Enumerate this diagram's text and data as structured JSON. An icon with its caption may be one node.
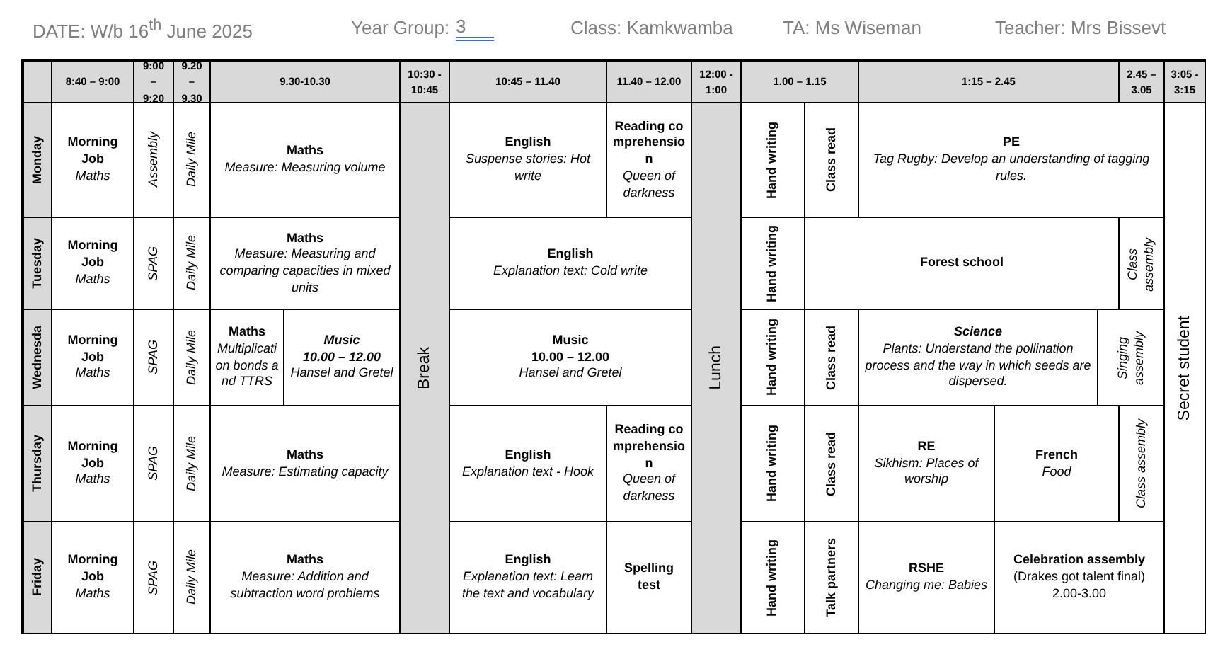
{
  "diagram": {
    "labels": [
      "DATE: W/b 16$^{th}$ June 2025",
      "Year Group:",
      "3",
      "Class: Kamkwamba",
      "TA: Ms Wiseman",
      "Teacher: Mrs Bissevt",
      "8:40 – 9:00",
      "9:00 – 9:20",
      "9.20 – 9.30",
      "9.30-10.30",
      "10:30 - 10:45",
      "10:45 – 11.40",
      "11.40 – 12.00",
      "12:00 - 1:00",
      "1.00 – 1.15",
      "1:15 – 2.45",
      "2.45 – 3.05",
      "3:05 - 3:15",
      "Monday",
      "Morning Job",
      "Maths",
      "Assembly",
      "Daily Mile",
      "Maths",
      "Measure: Measuring volume",
      "Break",
      "English",
      "Suspense stories: Hot write",
      "Reading comprehension",
      "Queen of darkness",
      "Lunch",
      "Hand writing",
      "Class read",
      "PE",
      "Tag Rugby: Develop an understanding of tagging rules.",
      "Secret student",
      "Tuesday",
      "Morning Job",
      "Maths",
      "SPAG",
      "Daily Mile",
      "Maths",
      "Measure: Measuring and comparing capacities in mixed units",
      "English",
      "Explanation text: Cold write",
      "Hand writing",
      "Forest school",
      "Class assembly",
      "Wednesda",
      "Morning Job",
      "Maths",
      "SPAG",
      "Daily Mile",
      "Maths",
      "Multiplication bonds and TTRS",
      "Music",
      "10.00 – 12.00",
      "Hansel and Gretel",
      "Music",
      "10.00 – 12.00",
      "Hansel and Gretel",
      "Hand writing",
      "Class read",
      "Science",
      "Plants: Understand the pollination process and the way in which seeds are dispersed.",
      "Singing assembly",
      "Thursday",
      "Morning Job",
      "Maths",
      "SPAG",
      "Daily Mile",
      "Maths",
      "Measure: Estimating capacity",
      "English",
      "Explanation text - Hook",
      "Reading comprehension",
      "Queen of darkness",
      "Hand writing",
      "Class read",
      "RE",
      "Sikhism: Places of worship",
      "French",
      "Food",
      "Class assembly",
      "Friday",
      "Morning Job",
      "Maths",
      "SPAG",
      "Daily Mile",
      "Maths",
      "Measure: Addition and subtraction word problems",
      "English",
      "Explanation text: Learn the text and vocabulary",
      "Spelling test",
      "Hand writing",
      "Talk partners",
      "RSHE",
      "Changing me: Babies",
      "Celebration assembly",
      "(Drakes got talent final)",
      "2.00-3.00"
    ]
  }
}
